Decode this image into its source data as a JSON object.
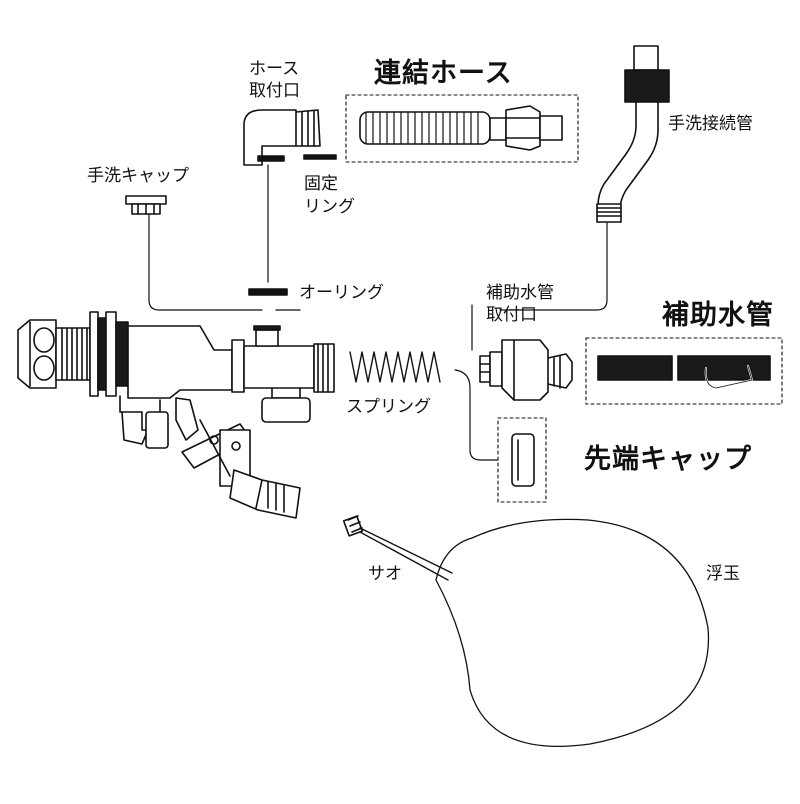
{
  "labels": {
    "hose_mount_line1": "ホース",
    "hose_mount_line2": "取付口",
    "connecting_hose": "連結ホース",
    "hand_wash_pipe": "手洗接続管",
    "hand_wash_cap": "手洗キャップ",
    "fixing_ring_line1": "固定",
    "fixing_ring_line2": "リング",
    "o_ring": "オーリング",
    "aux_pipe_mount_line1": "補助水管",
    "aux_pipe_mount_line2": "取付口",
    "aux_pipe": "補助水管",
    "spring": "スプリング",
    "tip_cap": "先端キャップ",
    "float_rod": "サオ",
    "float_ball": "浮玉"
  },
  "colors": {
    "line": "#111111",
    "fill_dark": "#1a1a1a",
    "fill_light": "#ffffff"
  }
}
